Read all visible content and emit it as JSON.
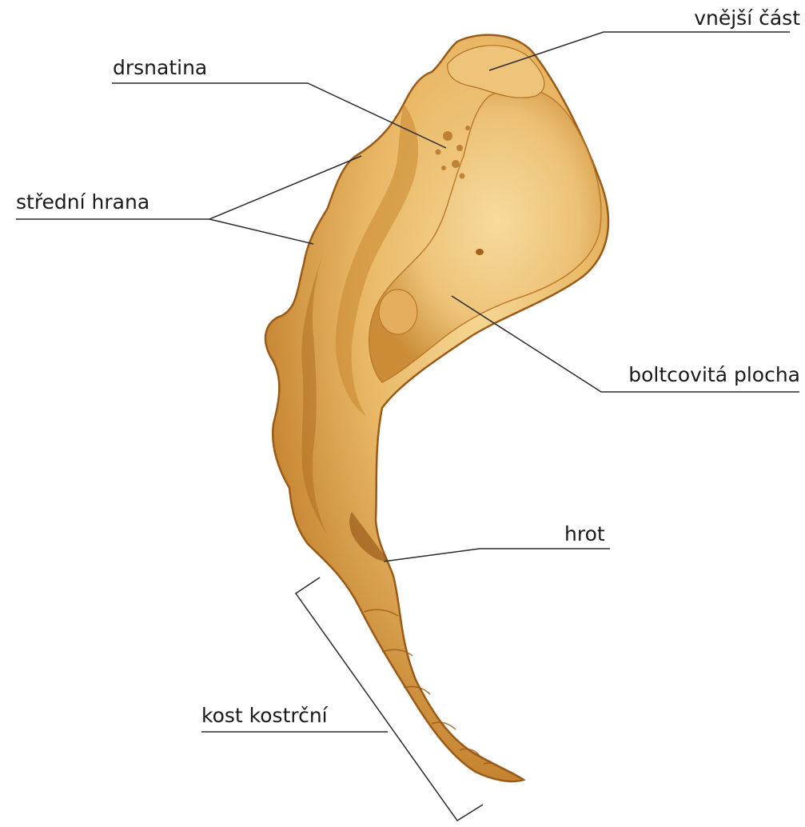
{
  "labels": {
    "outer_part": "vnější část",
    "tuberosity": "drsnatina",
    "median_crest": "střední hrana",
    "auricular_surface": "boltcovitá plocha",
    "apex": "hrot",
    "coccyx": "kost kostrční"
  },
  "colors": {
    "bone_light": "#f0cb82",
    "bone_mid": "#dba24e",
    "bone_shadow": "#a8651b",
    "bone_outline": "#9a5a18",
    "leader_line": "#2a2a2a",
    "text": "#1a1a1a",
    "background": "#ffffff"
  }
}
